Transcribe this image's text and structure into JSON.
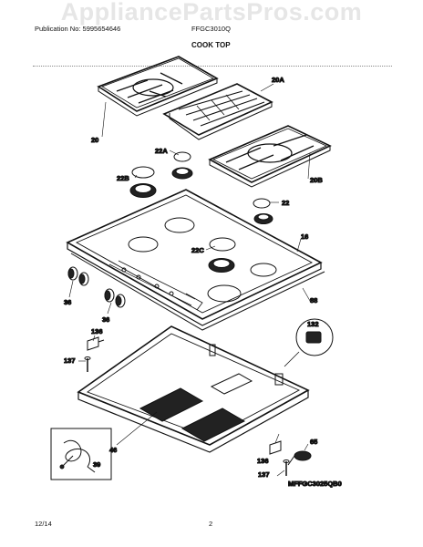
{
  "header": {
    "watermark": "AppliancePartsPros.com",
    "publication": "Publication No: 5995654646",
    "model": "FFGC3010Q",
    "section_title": "COOK TOP"
  },
  "parts": {
    "grate_left": "20",
    "grate_center": "20A",
    "grate_right": "20B",
    "cap_small": "22A",
    "cap_large": "22B",
    "cap_right": "22",
    "cap_center": "22C",
    "cooktop": "16",
    "knobs_a": "36",
    "knobs_b": "36",
    "trim": "88",
    "spark_module": "132",
    "bracket_left": "136",
    "screw_left": "137",
    "burner_box": "46",
    "harness": "39",
    "bracket_right": "136",
    "screw_right": "137",
    "regulator": "65"
  },
  "footer": {
    "diagram_code": "MFFGC3025QB0",
    "date": "12/14",
    "page": "2"
  }
}
